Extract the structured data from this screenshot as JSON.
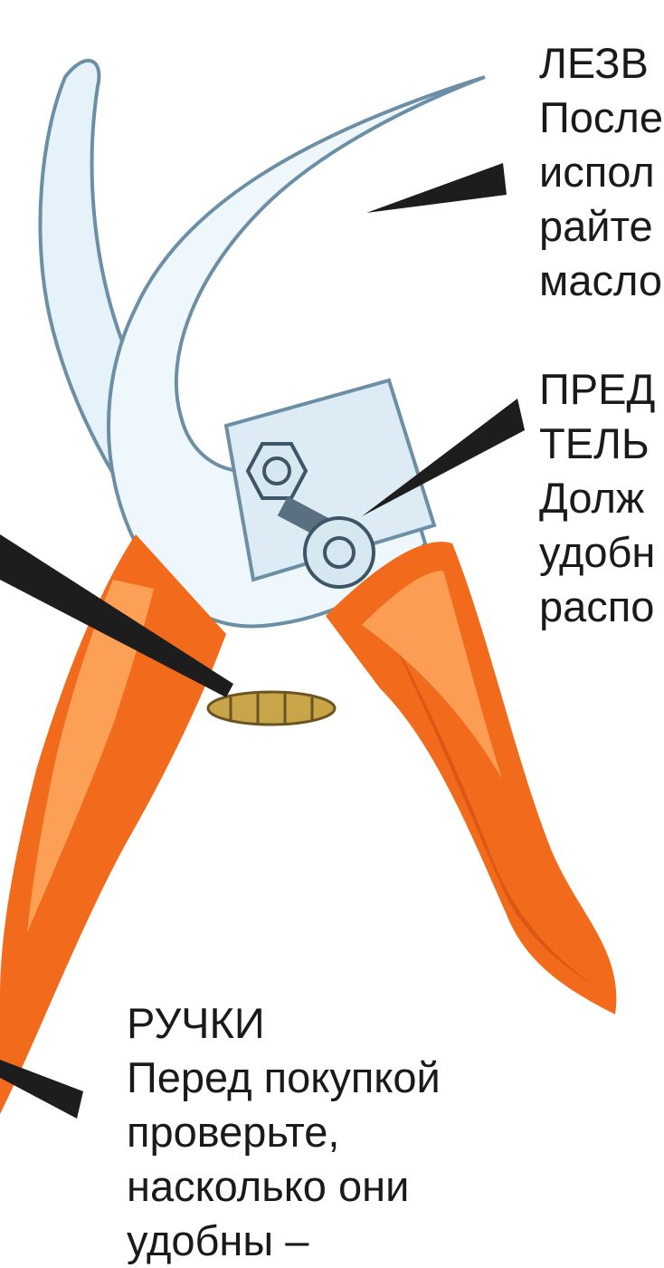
{
  "colors": {
    "blade": "#e6f2f9",
    "blade_outline": "#6c8fa6",
    "handle": "#f26a1b",
    "handle_shadow": "#c94b10",
    "handle_highlight": "#ffb36b",
    "bolt": "#d7e7f0",
    "spring": "#c9a54a",
    "pointer": "#1d1d1d"
  },
  "icons": [
    "pruning-shears-icon",
    "pointer-wedge-icon",
    "bolt-icon",
    "spring-icon"
  ],
  "labels": {
    "blade": {
      "lines": [
        "ЛЕЗВ",
        "После",
        "испол",
        "райте",
        "масло"
      ]
    },
    "guard": {
      "lines": [
        "ПРЕД",
        "ТЕЛЬ",
        "Долж",
        "удобн",
        "распо"
      ]
    },
    "handles": {
      "lines": [
        "РУЧКИ",
        "Перед  покупкой",
        "проверьте,",
        "насколько они",
        "удобны –"
      ]
    }
  }
}
